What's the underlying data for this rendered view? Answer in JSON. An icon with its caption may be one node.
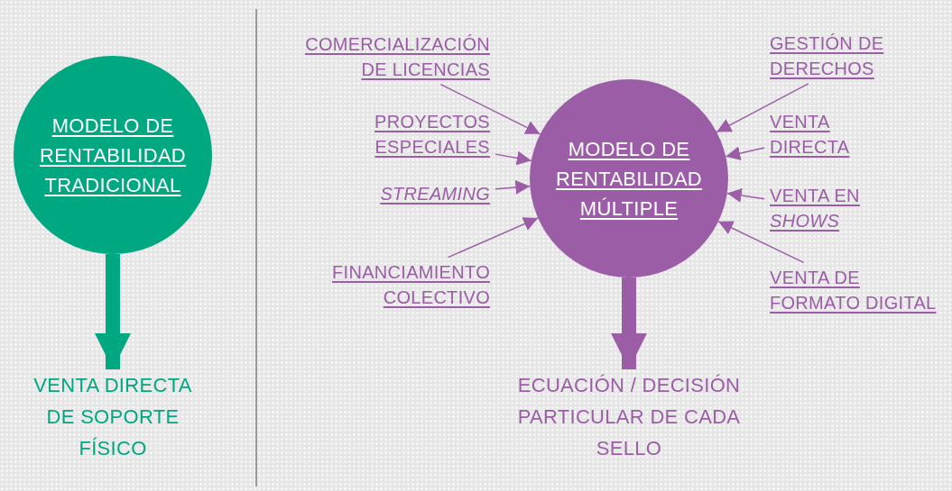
{
  "diagram": {
    "nodes": [
      {
        "text": [
          "MODELO DE RENTABILIDAD TRADICIONAL"
        ]
      },
      {
        "text": [
          "VENTA DIRECTA DE SOPORTE FÍSICO"
        ]
      },
      {
        "text": [
          "MODELO DE RENTABILIDAD MÚLTIPLE"
        ]
      },
      {
        "text": [
          "COMERCIALIZACIÓN DE LICENCIAS"
        ]
      },
      {
        "text": [
          "PROYECTOS ESPECIALES"
        ]
      },
      {
        "text": [
          "STREAMING"
        ]
      },
      {
        "text": [
          "FINANCIAMIENTO COLECTIVO"
        ]
      },
      {
        "text": [
          "GESTIÓN DE DERECHOS"
        ]
      },
      {
        "text": [
          "VENTA DIRECTA"
        ]
      },
      {
        "text": [
          "VENTA EN *SHOWS*"
        ]
      },
      {
        "text": [
          "VENTA DE FORMATO DIGITAL"
        ]
      },
      {
        "text": [
          "ECUACIÓN / DECISIÓN PARTICULAR DE CADA SELLO"
        ]
      }
    ],
    "edges": [
      {
        "from": 0,
        "to": 1,
        "arrow": "to",
        "style": "thick",
        "color": "#00a882"
      },
      {
        "from": 2,
        "to": 11,
        "arrow": "to",
        "style": "thick"
      },
      {
        "from": 3,
        "to": 2,
        "arrow": "to"
      },
      {
        "from": 4,
        "to": 2,
        "arrow": "to"
      },
      {
        "from": 5,
        "to": 2,
        "arrow": "to"
      },
      {
        "from": 6,
        "to": 2,
        "arrow": "to"
      },
      {
        "from": 7,
        "to": 2,
        "arrow": "to"
      },
      {
        "from": 8,
        "to": 2,
        "arrow": "to"
      },
      {
        "from": 9,
        "to": 2,
        "arrow": "to"
      },
      {
        "from": 10,
        "to": 2,
        "arrow": "to"
      }
    ]
  }
}
